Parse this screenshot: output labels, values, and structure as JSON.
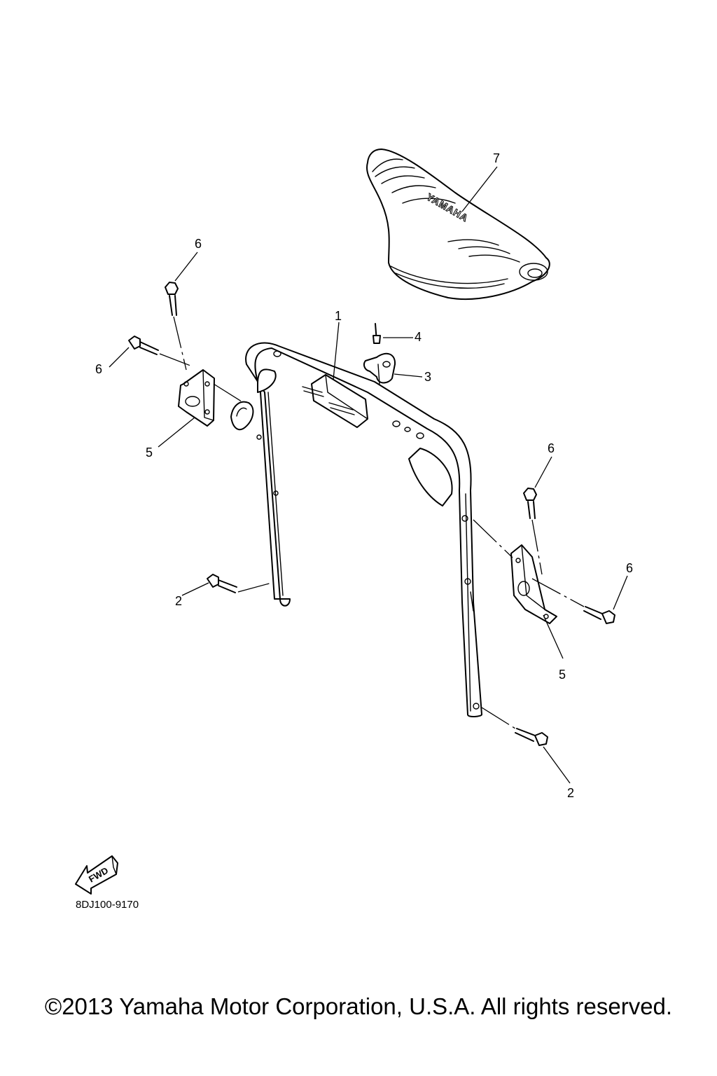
{
  "diagram": {
    "callouts": [
      "1",
      "2",
      "2",
      "3",
      "4",
      "5",
      "5",
      "6",
      "6",
      "6",
      "6",
      "7"
    ],
    "seat_brand": "YAMAHA",
    "fwd_label": "FWD",
    "code": "8DJ100-9170"
  },
  "copyright": "©2013 Yamaha Motor Corporation, U.S.A. All rights reserved."
}
